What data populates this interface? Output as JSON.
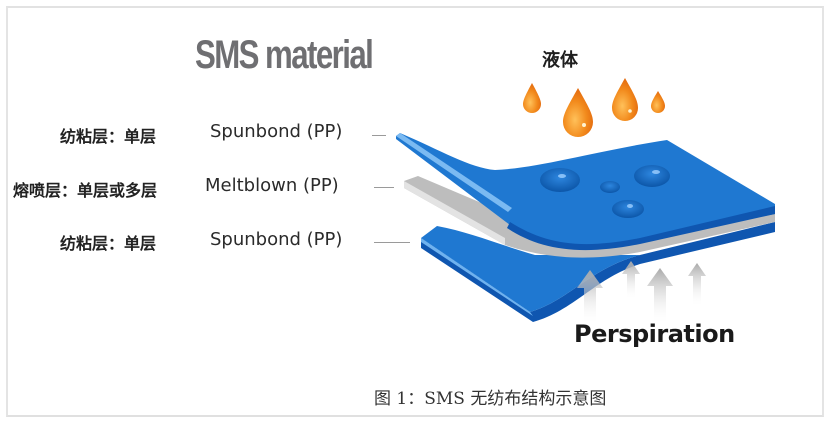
{
  "figure": {
    "title": "SMS material",
    "caption": "图 1：SMS 无纺布结构示意图",
    "liquid_label": "液体",
    "perspiration_label": "Perspiration",
    "layers": [
      {
        "zh": "纺粘层：单层",
        "en": "Spunbond (PP)"
      },
      {
        "zh": "熔喷层：单层或多层",
        "en": "Meltblown (PP)"
      },
      {
        "zh": "纺粘层：单层",
        "en": "Spunbond (PP)"
      }
    ],
    "icons": [
      "liquid-droplet-icon",
      "perspiration-arrow-icon",
      "water-bead-icon"
    ],
    "colors": {
      "spunbond_blue": "#1f78d1",
      "spunbond_dark": "#0f56b0",
      "meltblown_gray": "#b9b9b9",
      "droplet_orange": "#f28a1c",
      "title_gray": "#6f6f72",
      "arrow_gray": "#b5b5b5"
    }
  }
}
